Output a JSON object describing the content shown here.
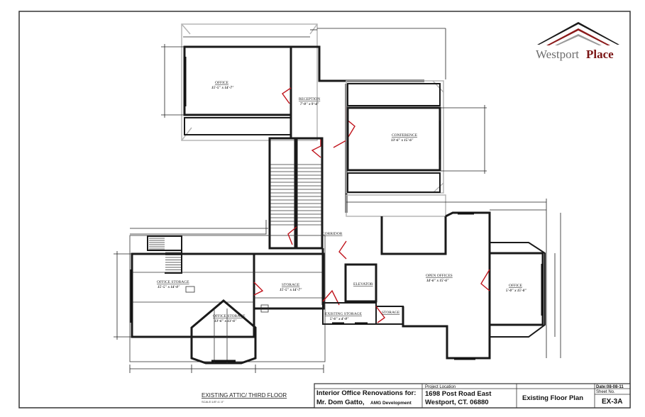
{
  "logo": {
    "text_primary": "Westport",
    "text_secondary": "Place",
    "colors": {
      "roof_dark": "#1a1a1a",
      "roof_red": "#8b1a1a",
      "roof_gray": "#9a9a9a",
      "primary_text": "#6e6e6e",
      "secondary_text": "#7a1414"
    }
  },
  "drawing": {
    "title": "EXISTING ATTIC/ THIRD FLOOR",
    "scale": "SCALE:1/8\"=1'-0\"",
    "rooms": [
      {
        "name": "OFFICE",
        "size": "15'-5\" x 14'-7\""
      },
      {
        "name": "RECEPTION",
        "size": "7'-0\" x 9'-4\""
      },
      {
        "name": "CONFERENCE",
        "size": "13'-6\" x 15'-6\""
      },
      {
        "name": "CORRIDOR",
        "size": ""
      },
      {
        "name": "OFFICE STORAGE",
        "size": "15'-5\" x 14'-0\""
      },
      {
        "name": "STORAGE",
        "size": "15'-5\" x 14'-7\""
      },
      {
        "name": "OFFICE STORAGE",
        "size": "13'-6\" x 13'-6\""
      },
      {
        "name": "ELEVATOR",
        "size": ""
      },
      {
        "name": "EXISTING STORAGE",
        "size": "5'-6\" x 4'-8\""
      },
      {
        "name": "STORAGE",
        "size": ""
      },
      {
        "name": "OPEN OFFICES",
        "size": "14'-6\" x 15'-6\""
      },
      {
        "name": "OFFICE",
        "size": "5'-0\" x 15'-0\""
      }
    ],
    "colors": {
      "walls": "#1a1a1a",
      "doors": "#c0141c",
      "existing_outline": "#b5b5b5"
    }
  },
  "title_block": {
    "project_line1": "Interior Office Renovations  for:",
    "project_line2_name": "Mr. Dom Gatto,",
    "project_line2_company": "AMG Development",
    "location_label": "Project Location",
    "address_line1": "1698 Post Road East",
    "address_line2": "Westport, CT. 06880",
    "sheet_title": "Existing Floor Plan",
    "date": "Date:08-08-11",
    "sheet_no_label": "Sheet No.",
    "sheet_no": "EX-3A"
  }
}
